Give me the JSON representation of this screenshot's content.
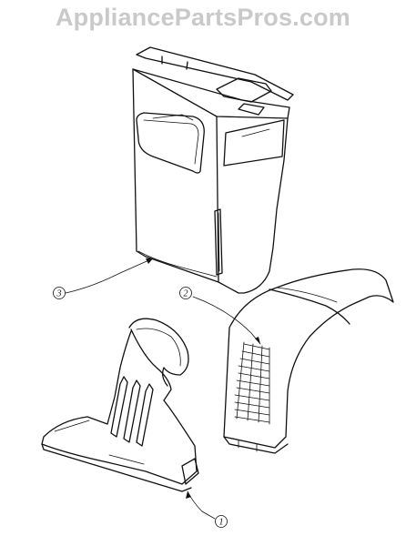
{
  "watermark": "AppliancePartsPros.com",
  "callouts": [
    {
      "label": "3",
      "part": "bag-housing"
    },
    {
      "label": "2",
      "part": "rear-cover"
    },
    {
      "label": "1",
      "part": "nozzle"
    }
  ]
}
